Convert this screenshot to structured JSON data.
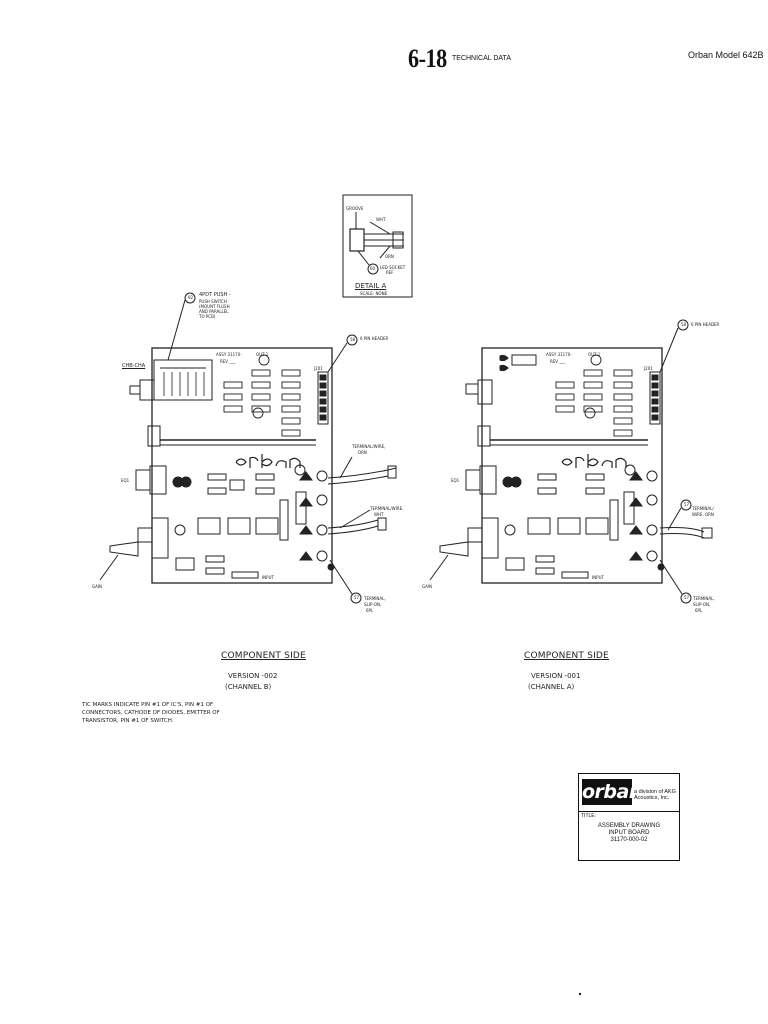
{
  "header": {
    "page_number": "6-18",
    "section": "TECHNICAL DATA",
    "model": "Orban Model 642B"
  },
  "detail": {
    "leads": [
      "GROOVE",
      "WHT",
      "ORN"
    ],
    "callout": "60",
    "callout_text": [
      "LED SOCKET",
      "REF"
    ],
    "title": "DETAIL A",
    "scale": "SCALE: NONE"
  },
  "left_board": {
    "switch_callout": "92",
    "switch_text": [
      "4PDT PUSH -",
      "PUSH SWITCH",
      "(MOUNT FLUSH",
      "AND PARALLEL",
      "TO PCB)"
    ],
    "header_callout": "58",
    "header_text": "6 PIN HEADER",
    "assy": "ASSY 31170-",
    "rev": "REV ___",
    "out": "OUT 1",
    "j": "J201",
    "side_label": "CHB-CHA",
    "knob_label": "EQ1",
    "pot_label": "GAIN",
    "input_label": "INPUT",
    "terminal_orn": [
      "TERMINAL/WIRE,",
      "ORN"
    ],
    "terminal_wht": [
      "TERMINAL/WIRE,",
      "WHT"
    ],
    "slip_callout": "57",
    "slip_text": [
      "TERMINAL,",
      "SLIP-ON,",
      "6PL"
    ],
    "title": "COMPONENT SIDE",
    "version": "VERSION -002",
    "channel": "(CHANNEL B)"
  },
  "right_board": {
    "header_callout": "58",
    "header_text": "6 PIN HEADER",
    "assy": "ASSY 31170-",
    "rev": "REV ___",
    "out": "OUT 1",
    "j": "J201",
    "knob_label": "EQ1",
    "pot_label": "GAIN",
    "input_label": "INPUT",
    "terminal_wht": [
      "TERMINAL/",
      "WIRE, ORN"
    ],
    "slip_callout": "57",
    "slip_text": [
      "TERMINAL,",
      "SLIP-ON,",
      "6PL"
    ],
    "title": "COMPONENT SIDE",
    "version": "VERSION -001",
    "channel": "(CHANNEL A)"
  },
  "note": "TIC MARKS INDICATE PIN #1 OF IC'S, PIN #1 OF CONNECTORS, CATHODE OF DIODES, EMITTER OF TRANSISTOR, PIN #1 OF SWITCH.",
  "title_block": {
    "logo": "orban",
    "company": "a division of AKG Acoustics, Inc.",
    "title_label": "TITLE:",
    "line1": "ASSEMBLY DRAWING",
    "line2": "INPUT BOARD",
    "line3": "31170-000-02"
  }
}
